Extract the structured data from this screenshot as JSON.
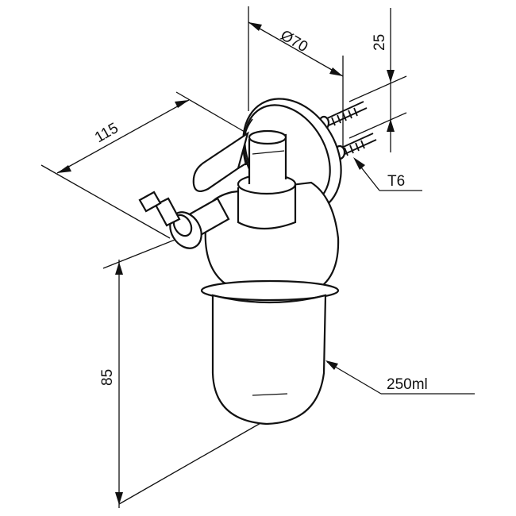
{
  "dimensions": {
    "diameter": "Ø70",
    "depth": "115",
    "spacing": "25",
    "screw": "T6",
    "capacity": "250ml",
    "height": "85"
  }
}
